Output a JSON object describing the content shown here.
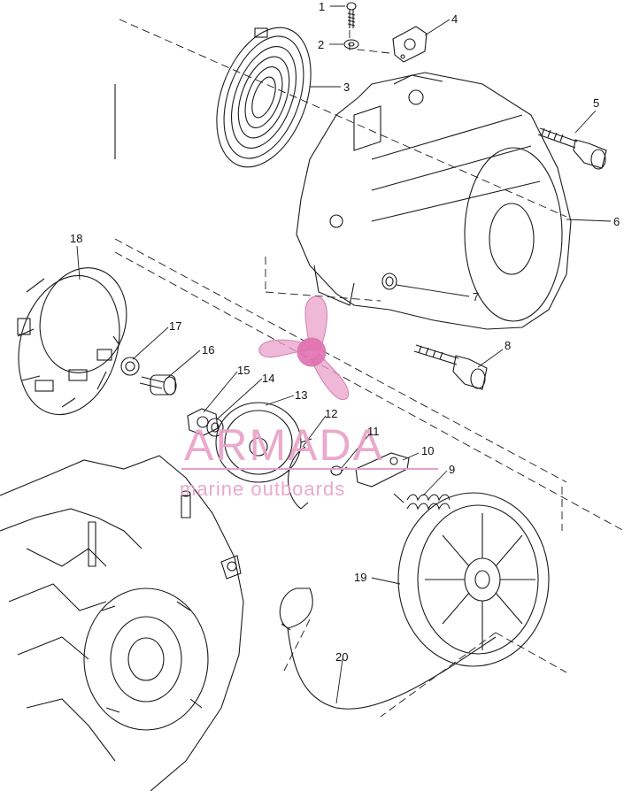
{
  "diagram": {
    "parts": [
      {
        "id": "part-1",
        "number": "1"
      },
      {
        "id": "part-2",
        "number": "2"
      },
      {
        "id": "part-3",
        "number": "3"
      },
      {
        "id": "part-4",
        "number": "4"
      },
      {
        "id": "part-5",
        "number": "5"
      },
      {
        "id": "part-6",
        "number": "6"
      },
      {
        "id": "part-7",
        "number": "7"
      },
      {
        "id": "part-8",
        "number": "8"
      },
      {
        "id": "part-9",
        "number": "9"
      },
      {
        "id": "part-10",
        "number": "10"
      },
      {
        "id": "part-11",
        "number": "11"
      },
      {
        "id": "part-12",
        "number": "12"
      },
      {
        "id": "part-13",
        "number": "13"
      },
      {
        "id": "part-14",
        "number": "14"
      },
      {
        "id": "part-15",
        "number": "15"
      },
      {
        "id": "part-16",
        "number": "16"
      },
      {
        "id": "part-17",
        "number": "17"
      },
      {
        "id": "part-18",
        "number": "18"
      },
      {
        "id": "part-19",
        "number": "19"
      },
      {
        "id": "part-20",
        "number": "20"
      }
    ]
  },
  "watermark": {
    "brand": "ARMADA",
    "tagline": "marine outboards",
    "color": "#e8a0c8",
    "logo_icon": "propeller-icon"
  },
  "colors": {
    "line": "#1a1a1a",
    "label": "#111111",
    "background": "#ffffff"
  }
}
